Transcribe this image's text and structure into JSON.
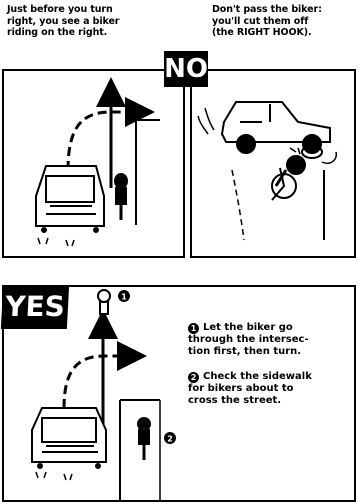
{
  "top_left_caption": [
    "Just before you turn",
    "right, you see a biker",
    "riding on the right."
  ],
  "top_right_caption": [
    "Don't pass the biker:",
    "you'll cut them off",
    "(the RIGHT HOOK)."
  ],
  "no_label": "NO",
  "yes_label": "YES",
  "yes_notes": {
    "note1": {
      "marker": "1",
      "lines": [
        "Let the biker go",
        "through the intersec-",
        "tion first, then turn."
      ]
    },
    "note2": {
      "marker": "2",
      "lines": [
        "Check the sidewalk",
        "for bikers about to",
        "cross the street."
      ]
    }
  },
  "figure_markers": [
    "1",
    "2"
  ]
}
